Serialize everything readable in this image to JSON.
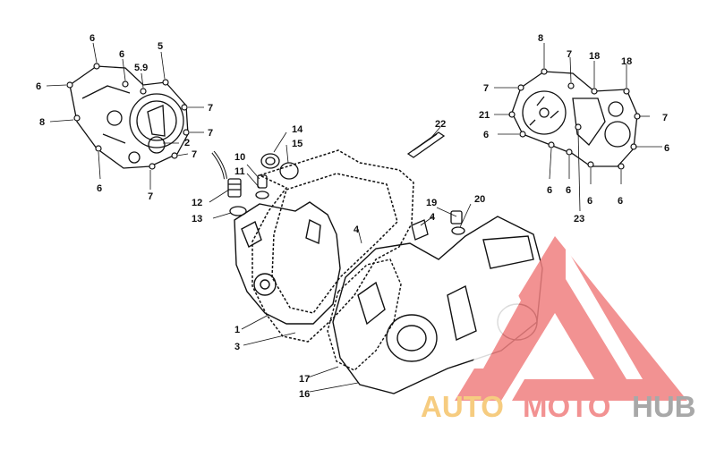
{
  "callouts": {
    "c1": "1",
    "c2": "2",
    "c3": "3",
    "c4a": "4",
    "c4b": "4",
    "c5": "5",
    "c59": "5.9",
    "c6_1": "6",
    "c6_2": "6",
    "c6_3": "6",
    "c6_4": "6",
    "c6_5": "6",
    "c6_6": "6",
    "c6_7": "6",
    "c6_8": "6",
    "c7_1": "7",
    "c7_2": "7",
    "c7_3": "7",
    "c7_4": "7",
    "c7_5": "7",
    "c7_6": "7",
    "c7_7": "7",
    "c8_1": "8",
    "c8_2": "8",
    "c10": "10",
    "c11": "11",
    "c12": "12",
    "c13": "13",
    "c14": "14",
    "c15": "15",
    "c16": "16",
    "c17": "17",
    "c18a": "18",
    "c18b": "18",
    "c19": "19",
    "c20": "20",
    "c21": "21",
    "c22": "22",
    "c23": "23"
  },
  "watermark": {
    "part1": "AUTO",
    "part2": "MOTO",
    "part3": "HUB",
    "color_primary": "#f08080",
    "color_accent": "#f5c46b",
    "color_dark": "#9a9a9a"
  }
}
